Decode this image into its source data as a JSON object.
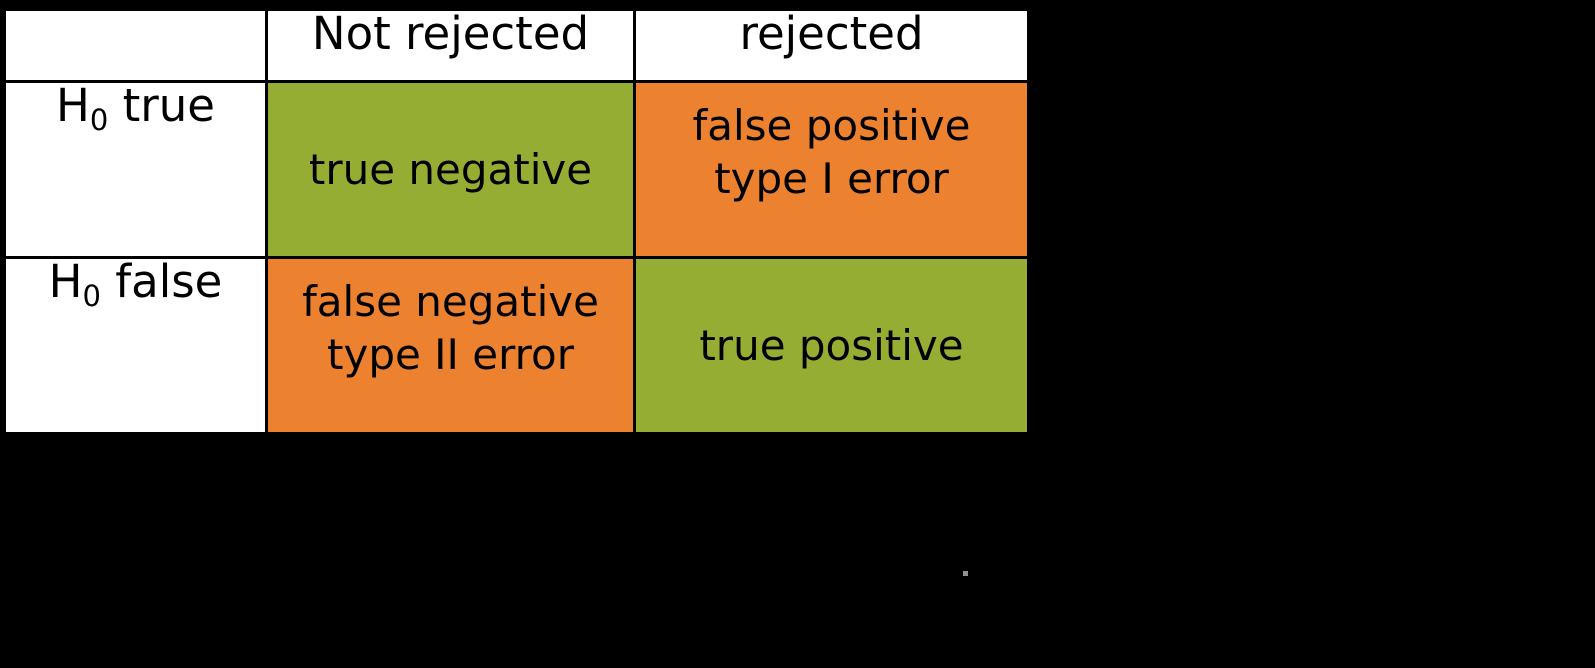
{
  "figure": {
    "type": "confusion-matrix",
    "background_color": "#000000",
    "colors": {
      "correct_fill": "#96AD33",
      "error_fill": "#EC8130",
      "neutral_fill": "#ffffff",
      "border": "#000000",
      "text": "#000000"
    }
  },
  "table": {
    "corner_label": "",
    "column_headers": [
      {
        "label": "Not rejected"
      },
      {
        "label": "rejected"
      }
    ],
    "rows": [
      {
        "stub_main": "H",
        "stub_sub": "0",
        "stub_tail": " true",
        "stub_full": "H0 true",
        "cells": [
          {
            "lines": [
              "true negative"
            ],
            "outcome": "true-negative",
            "fill": "#96AD33",
            "kind": "correct"
          },
          {
            "lines": [
              "false positive",
              "type I error"
            ],
            "outcome": "false-positive",
            "fill": "#EC8130",
            "kind": "error"
          }
        ]
      },
      {
        "stub_main": "H",
        "stub_sub": "0",
        "stub_tail": " false",
        "stub_full": "H0 false",
        "cells": [
          {
            "lines": [
              "false negative",
              "type II error"
            ],
            "outcome": "false-negative",
            "fill": "#EC8130",
            "kind": "error"
          },
          {
            "lines": [
              "true positive"
            ],
            "outcome": "true-positive",
            "fill": "#96AD33",
            "kind": "correct"
          }
        ]
      }
    ]
  }
}
